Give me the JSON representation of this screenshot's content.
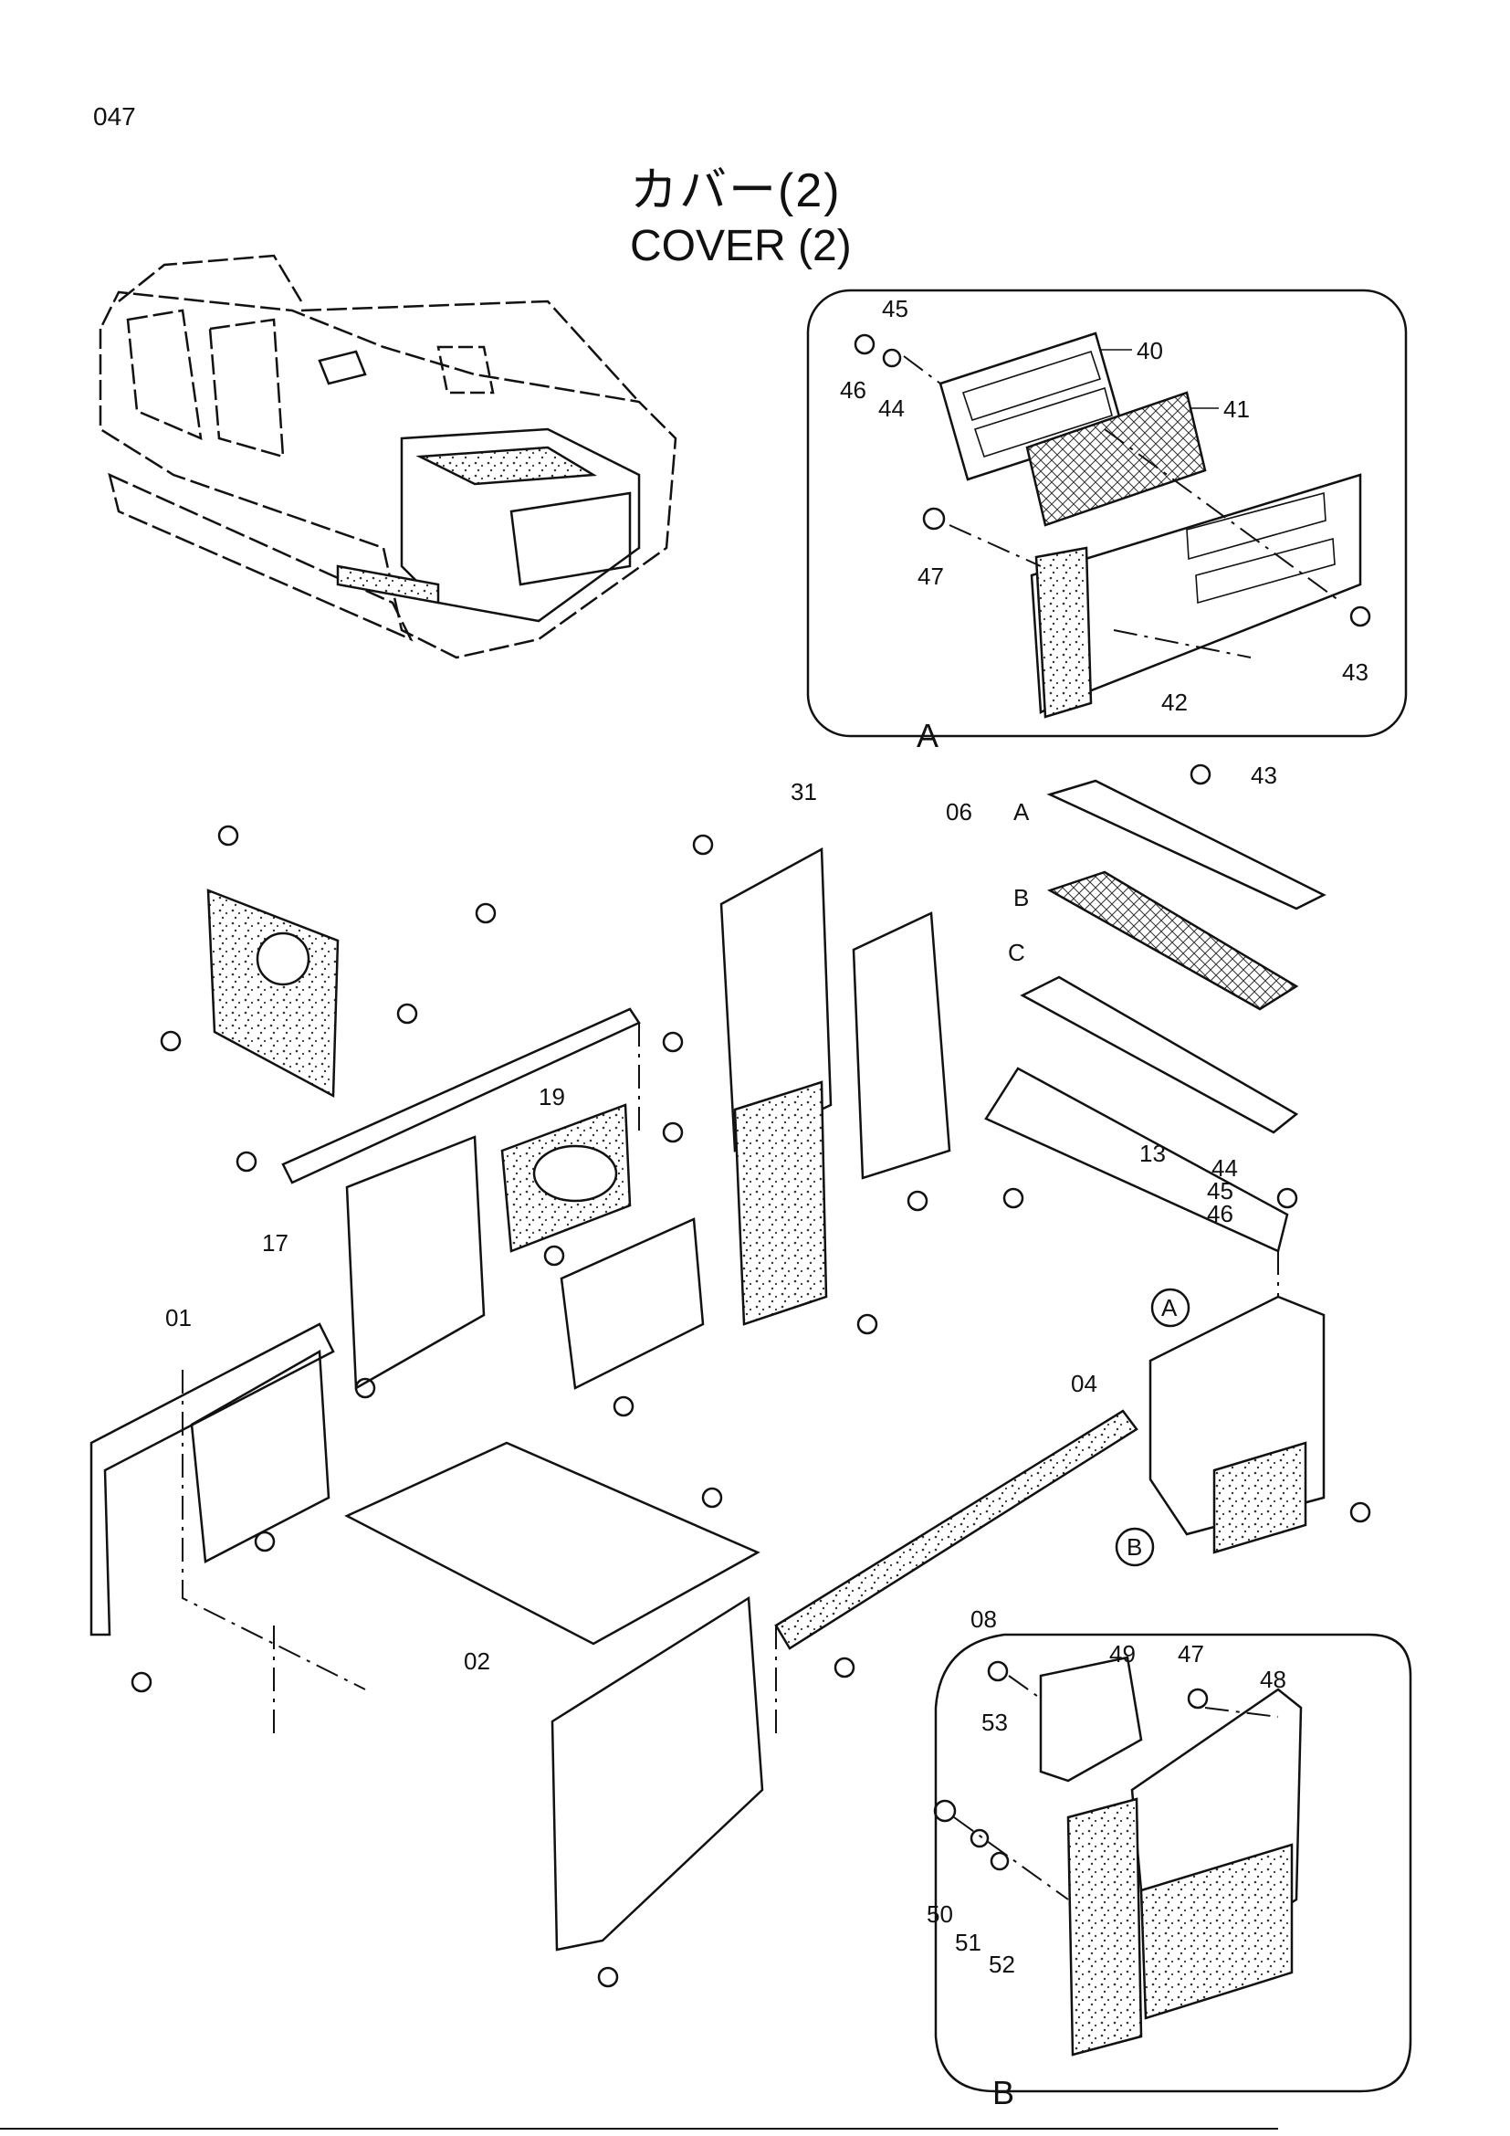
{
  "page_number": "047",
  "title": {
    "japanese": "カバー(2)",
    "english": "COVER (2)"
  },
  "detail_a": {
    "label": "A",
    "callouts": [
      "45",
      "46",
      "44",
      "40",
      "41",
      "47",
      "43",
      "42"
    ]
  },
  "detail_b": {
    "label": "B",
    "callouts": [
      "49",
      "47",
      "48",
      "53",
      "50",
      "51",
      "52"
    ]
  },
  "main_assembly": {
    "callouts": [
      "31",
      "06",
      "43",
      "19",
      "13",
      "44",
      "45",
      "46",
      "17",
      "01",
      "04",
      "08",
      "02"
    ],
    "sub_labels": [
      "A",
      "B",
      "C"
    ],
    "circle_refs": [
      "A",
      "B"
    ]
  }
}
